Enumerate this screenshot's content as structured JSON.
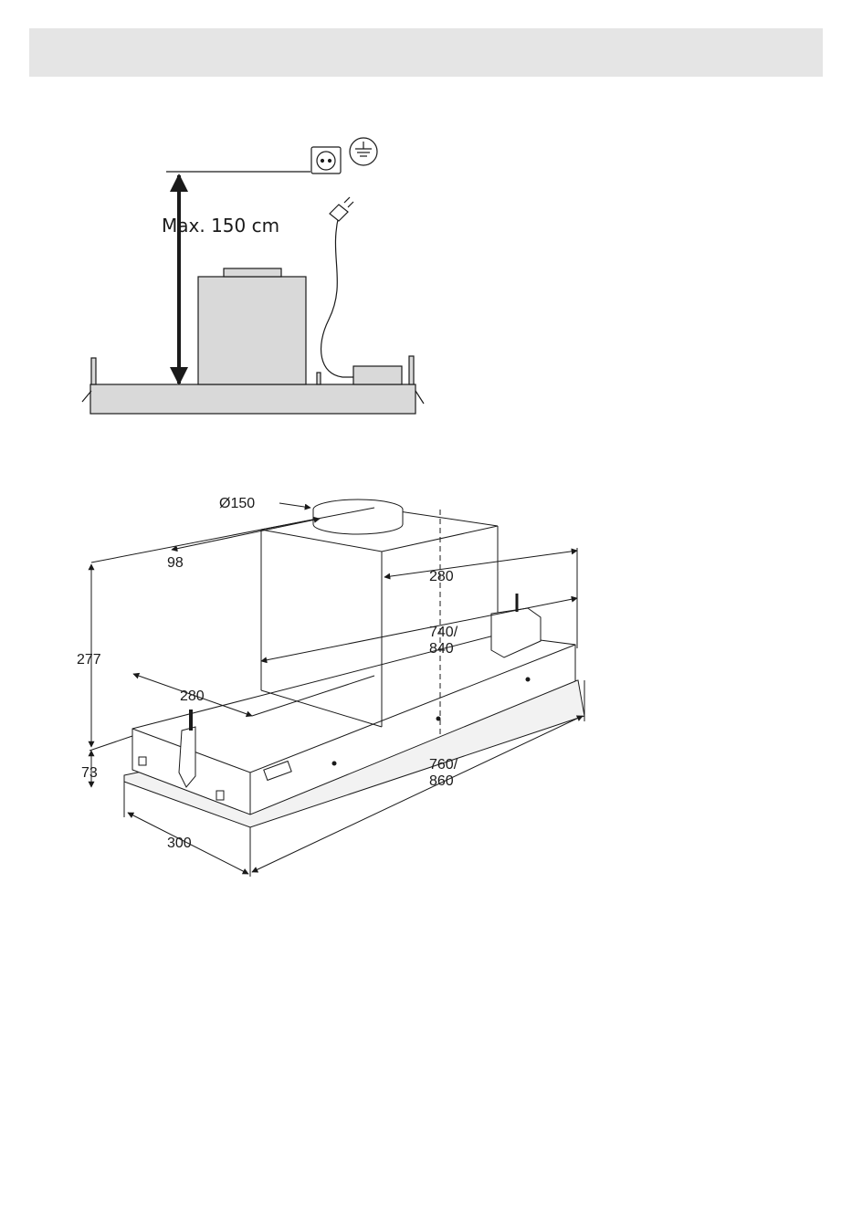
{
  "install_diagram": {
    "height_label": "Max. 150 cm",
    "socket_icon": "socket-icon",
    "ground_icon": "ground-symbol-icon",
    "colors": {
      "line": "#1a1a1a",
      "unit_fill": "#d9d9d9",
      "header": "#e5e5e5"
    }
  },
  "dimension_diagram": {
    "labels": {
      "diameter": "Ø150",
      "offset": "98",
      "depth_top": "280",
      "width_top": "740/",
      "width_top2": "840",
      "height": "277",
      "depth_mid": "280",
      "base_height": "73",
      "width_base": "760/",
      "width_base2": "860",
      "depth_base": "300"
    }
  }
}
